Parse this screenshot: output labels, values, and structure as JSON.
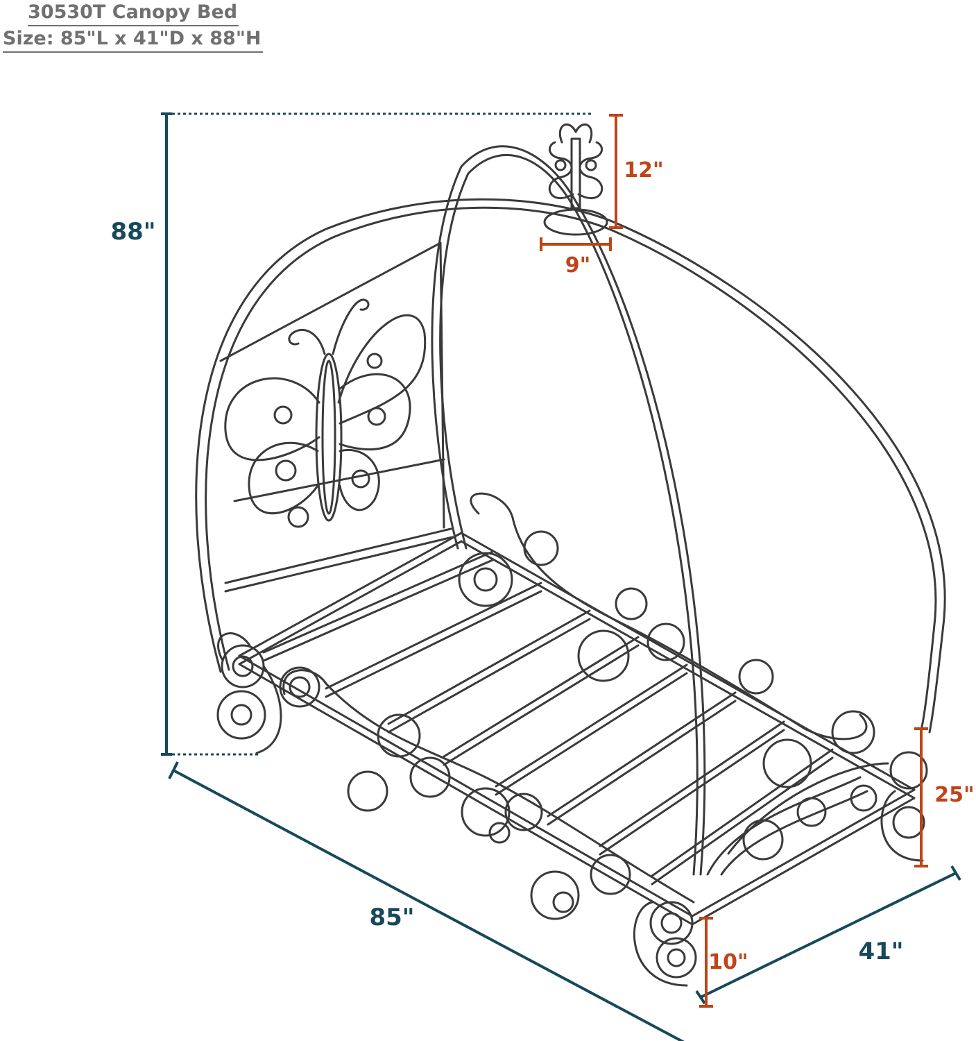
{
  "header": {
    "model": "30530T Canopy Bed",
    "size": "Size: 85\"L x 41\"D x 88\"H"
  },
  "dimensions": {
    "height": "88\"",
    "length": "85\"",
    "depth": "41\"",
    "finial_height": "12\"",
    "finial_width": "9\"",
    "footboard_height": "25\"",
    "leg_height": "10\""
  },
  "colors": {
    "overall_dims": "#17495b",
    "detail_dims": "#bf4418",
    "drawing": "#3a3a3a",
    "header_text": "#707070"
  }
}
